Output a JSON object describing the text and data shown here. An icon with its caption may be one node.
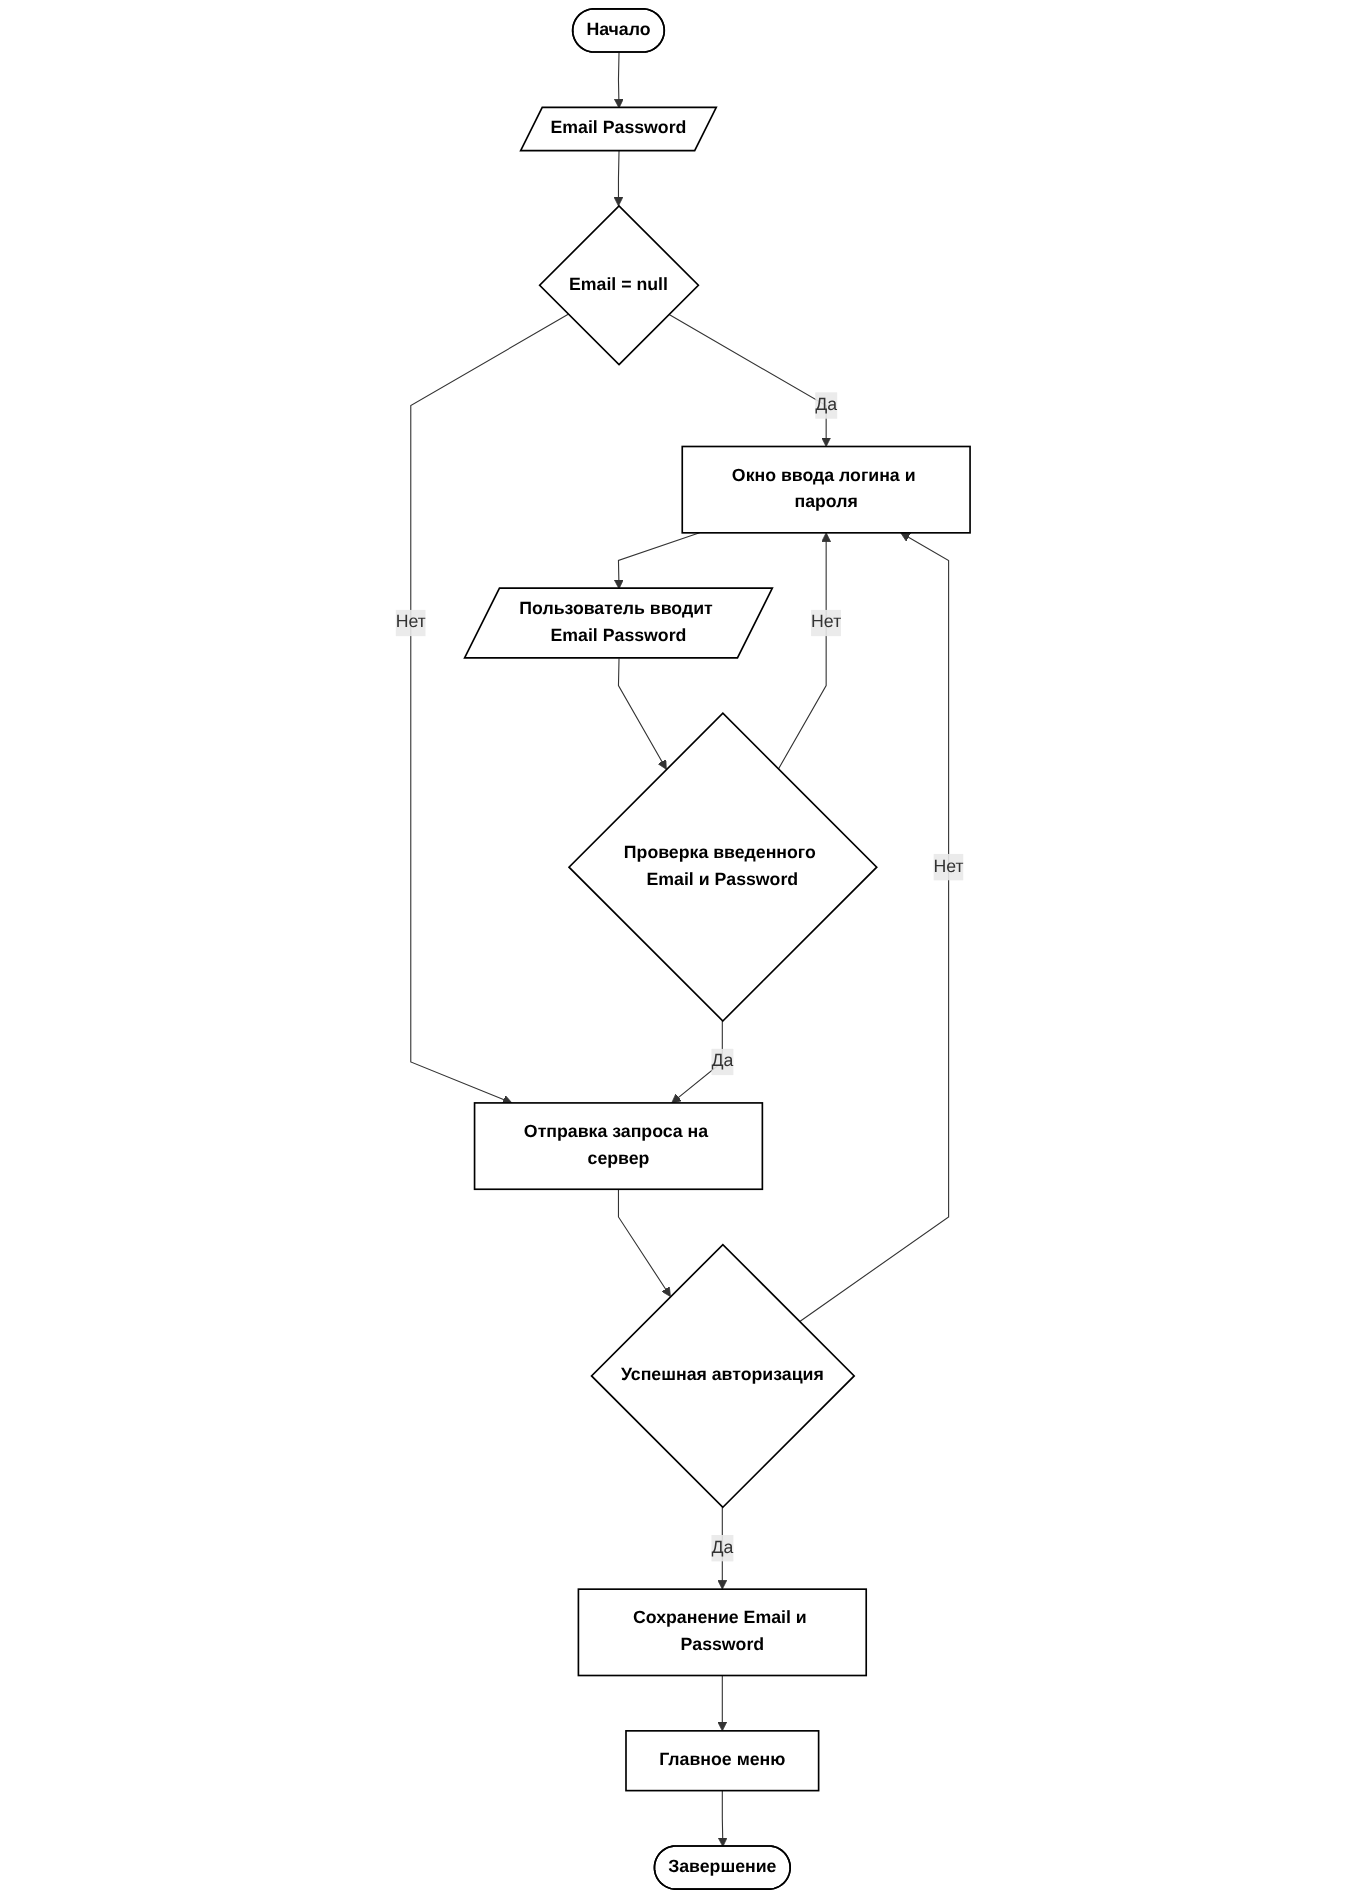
{
  "diagram": {
    "nodes": [
      {
        "text": [
          "Начало"
        ]
      },
      {
        "text": [
          "Email Password"
        ]
      },
      {
        "text": [
          "Email = null"
        ]
      },
      {
        "text": [
          "Окно ввода логина и пароля"
        ]
      },
      {
        "text": [
          "Отправка запроса на сервер"
        ]
      },
      {
        "text": [
          "Пользователь вводит Email Password"
        ]
      },
      {
        "text": [
          "Проверка введенного Email и Password"
        ]
      },
      {
        "text": [
          "Успешная авторизация"
        ]
      },
      {
        "text": [
          "Сохранение Email и Password"
        ]
      },
      {
        "text": [
          "Главное меню"
        ]
      },
      {
        "text": [
          "Завершение"
        ]
      }
    ],
    "edges": [
      {
        "from": 0,
        "to": 1,
        "arrow": "to"
      },
      {
        "from": 1,
        "to": 2,
        "arrow": "to"
      },
      {
        "from": 2,
        "to": 3,
        "label": "Да",
        "arrow": "to"
      },
      {
        "from": 2,
        "to": 4,
        "label": "Нет",
        "arrow": "to"
      },
      {
        "from": 3,
        "to": 5,
        "arrow": "to"
      },
      {
        "from": 5,
        "to": 6,
        "arrow": "to"
      },
      {
        "from": 6,
        "to": 3,
        "label": "Нет",
        "arrow": "to"
      },
      {
        "from": 6,
        "to": 4,
        "label": "Да",
        "arrow": "to"
      },
      {
        "from": 4,
        "to": 7,
        "arrow": "to"
      },
      {
        "from": 7,
        "to": 3,
        "label": "Нет",
        "arrow": "to"
      },
      {
        "from": 7,
        "to": 8,
        "label": "Да",
        "arrow": "to"
      },
      {
        "from": 8,
        "to": 9,
        "arrow": "to"
      },
      {
        "from": 9,
        "to": 10,
        "arrow": "to"
      }
    ]
  }
}
